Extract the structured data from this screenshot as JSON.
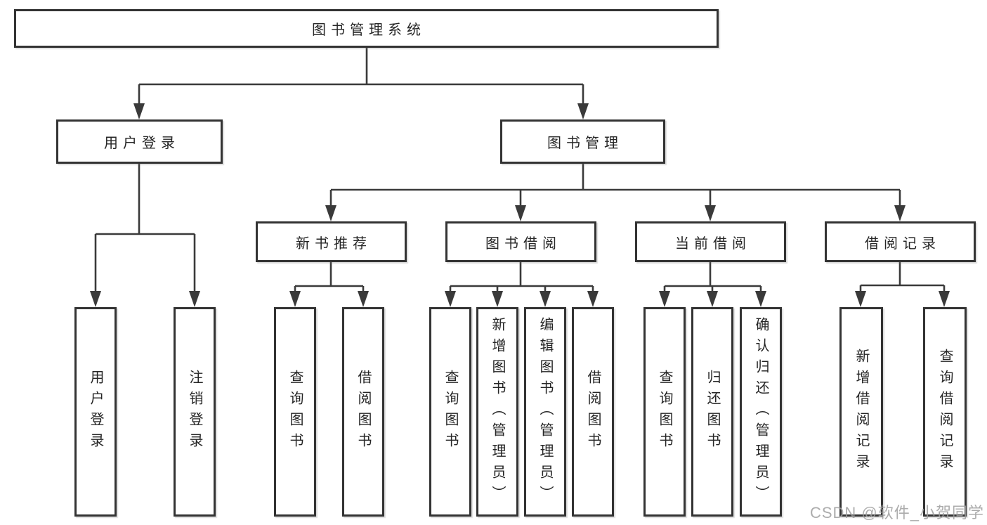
{
  "diagram": {
    "title": "图书管理系统",
    "nodes": {
      "root": "图书管理系统",
      "level2": [
        "用户登录",
        "图书管理"
      ],
      "level3": [
        "新书推荐",
        "图书借阅",
        "当前借阅",
        "借阅记录"
      ],
      "leaves": [
        "用户登录",
        "注销登录",
        "查询图书",
        "借阅图书",
        "查询图书",
        "新增图书（管理员）",
        "编辑图书（管理员）",
        "借阅图书",
        "查询图书",
        "归还图书",
        "确认归还（管理员）",
        "新增借阅记录",
        "查询借阅记录"
      ]
    },
    "hierarchy": {
      "图书管理系统": [
        "用户登录",
        "图书管理"
      ],
      "用户登录": [
        "用户登录",
        "注销登录"
      ],
      "图书管理": [
        "新书推荐",
        "图书借阅",
        "当前借阅",
        "借阅记录"
      ],
      "新书推荐": [
        "查询图书",
        "借阅图书"
      ],
      "图书借阅": [
        "查询图书",
        "新增图书（管理员）",
        "编辑图书（管理员）",
        "借阅图书"
      ],
      "当前借阅": [
        "查询图书",
        "归还图书",
        "确认归还（管理员）"
      ],
      "借阅记录": [
        "新增借阅记录",
        "查询借阅记录"
      ]
    },
    "colors": {
      "line": "#3a3a3a",
      "box_border": "#333333",
      "text": "#262626",
      "watermark": "#9e9e9e",
      "background": "#ffffff"
    }
  },
  "watermark": "CSDN @软件_小贺同学"
}
